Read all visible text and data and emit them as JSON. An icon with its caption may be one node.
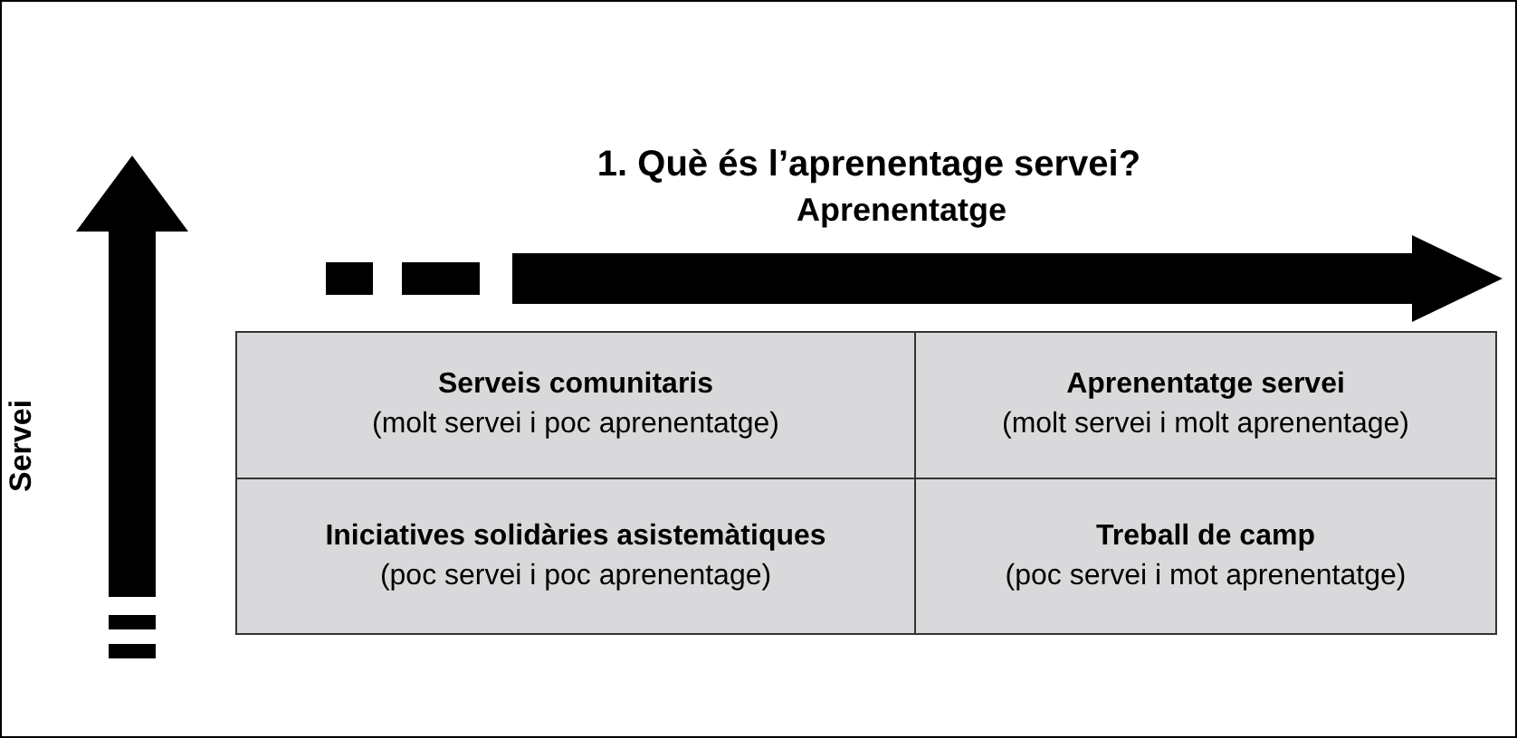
{
  "diagram": {
    "title": "1. Què és l’aprenentage servei?",
    "nodes": [
      {
        "text": [
          "Serveis comunitaris",
          "(molt servei i poc aprenentatge)"
        ]
      },
      {
        "text": [
          "Aprenentatge servei",
          "(molt servei i molt aprenentage)"
        ]
      },
      {
        "text": [
          "Iniciatives solidàries asistemàtiques",
          "(poc servei i poc aprenentage)"
        ]
      },
      {
        "text": [
          "Treball de camp",
          "(poc servei i mot aprenentatge)"
        ]
      }
    ],
    "labels": [
      "Aprenentatge",
      "Servei"
    ]
  }
}
